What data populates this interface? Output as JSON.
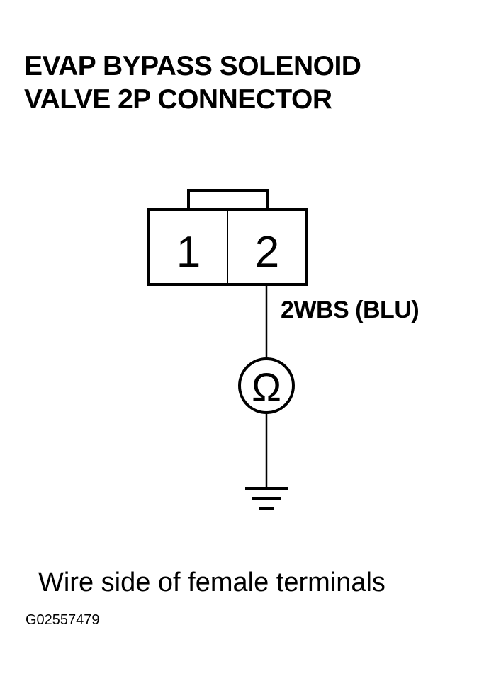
{
  "title": {
    "line1": "EVAP BYPASS SOLENOID",
    "line2": "VALVE 2P CONNECTOR"
  },
  "connector": {
    "pins": [
      "1",
      "2"
    ]
  },
  "wire": {
    "label": "2WBS (BLU)"
  },
  "meter": {
    "symbol": "Ω",
    "icon": "ohmmeter-icon"
  },
  "ground": {
    "icon": "ground-icon"
  },
  "caption": "Wire side of female terminals",
  "figure_id": "G02557479",
  "colors": {
    "ink": "#000000",
    "background": "#ffffff"
  }
}
